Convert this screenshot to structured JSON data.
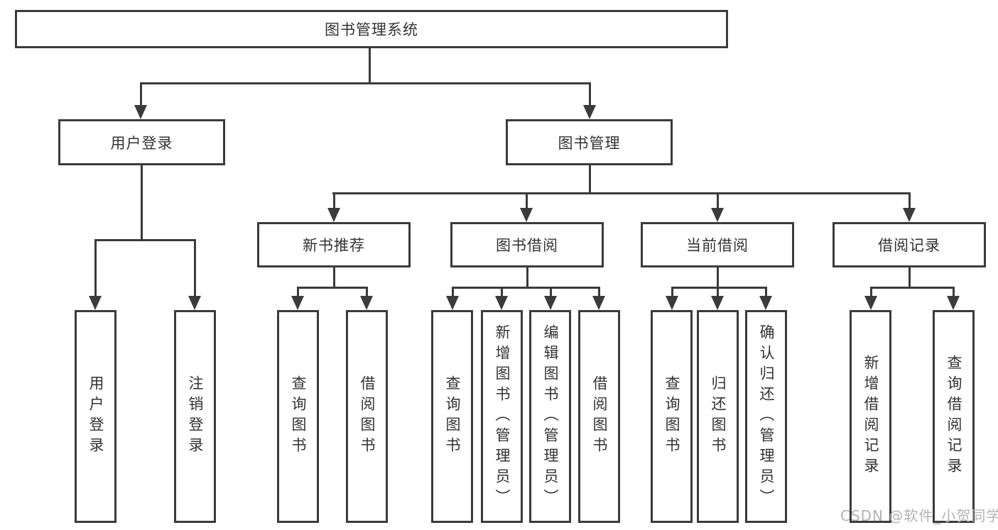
{
  "diagram_title": "图书管理系统",
  "tree": {
    "label": "图书管理系统",
    "children": [
      {
        "label": "用户登录",
        "children": [
          {
            "label": "用户登录"
          },
          {
            "label": "注销登录"
          }
        ]
      },
      {
        "label": "图书管理",
        "children": [
          {
            "label": "新书推荐",
            "children": [
              {
                "label": "查询图书"
              },
              {
                "label": "借阅图书"
              }
            ]
          },
          {
            "label": "图书借阅",
            "children": [
              {
                "label": "查询图书"
              },
              {
                "label": "新增图书（管理员）"
              },
              {
                "label": "编辑图书（管理员）"
              },
              {
                "label": "借阅图书"
              }
            ]
          },
          {
            "label": "当前借阅",
            "children": [
              {
                "label": "查询图书"
              },
              {
                "label": "归还图书"
              },
              {
                "label": "确认归还（管理员）"
              }
            ]
          },
          {
            "label": "借阅记录",
            "children": [
              {
                "label": "新增借阅记录"
              },
              {
                "label": "查询借阅记录"
              }
            ]
          }
        ]
      }
    ]
  },
  "watermark": "CSDN @软件_小贺同学",
  "colors": {
    "line": "#3b3b3b",
    "text": "#333333",
    "background": "#ffffff",
    "watermark": "#b3b3b3"
  }
}
